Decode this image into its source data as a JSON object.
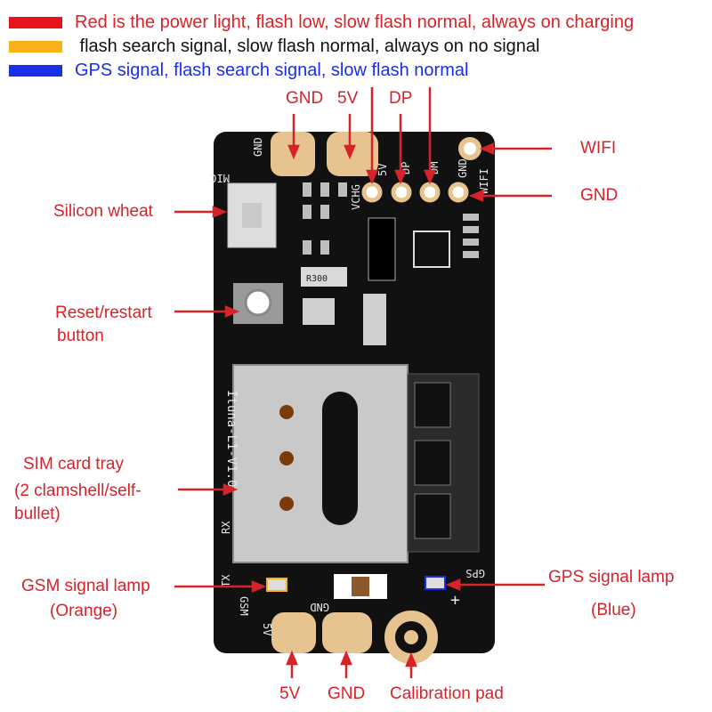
{
  "legend": [
    {
      "color": "#e8141c",
      "text": "Red is the power light, flash low, slow flash normal, always on charging",
      "text_color": "#d8222a"
    },
    {
      "color": "#f7b21a",
      "text": " flash search signal, slow flash normal, always on no signal",
      "text_color": "#111111"
    },
    {
      "color": "#1a2ee8",
      "text": "GPS signal, flash search signal, slow flash normal",
      "text_color": "#1a2ee8"
    }
  ],
  "callouts": {
    "top_gnd": "GND",
    "top_5v": "5V",
    "top_dp": "DP",
    "wifi": "WIFI",
    "right_gnd": "GND",
    "silicon_wheat": "Silicon wheat",
    "reset_line1": "Reset/restart",
    "reset_line2": "button",
    "sim_line1": "SIM card tray",
    "sim_line2": "(2 clamshell/self-",
    "sim_line3": "bullet)",
    "gsm_line1": "GSM signal lamp",
    "gsm_line2": "(Orange)",
    "gps_line1": "GPS signal lamp",
    "gps_line2": "(Blue)",
    "bottom_5v": "5V",
    "bottom_gnd": "GND",
    "calibration": "Calibration pad"
  },
  "silkscreen": {
    "gnd_top": "GND",
    "mic": "MIC",
    "vchg": "VCHG",
    "v5": "5V",
    "dp": "DP",
    "dm": "DM",
    "gnd2": "GND",
    "wifi": "WIFI",
    "resistor": "R300",
    "model": "Ituna-L1-V1.0",
    "rx": "RX",
    "tx": "TX",
    "gsm": "GSM",
    "gnd_bottom": "GND",
    "v5_bottom": "5V",
    "gps": "GPS",
    "plus": "+"
  },
  "colors": {
    "callout": "#d8222a",
    "board": "#111111",
    "pad": "#e6c38f",
    "silk": "#e8e8e8"
  }
}
